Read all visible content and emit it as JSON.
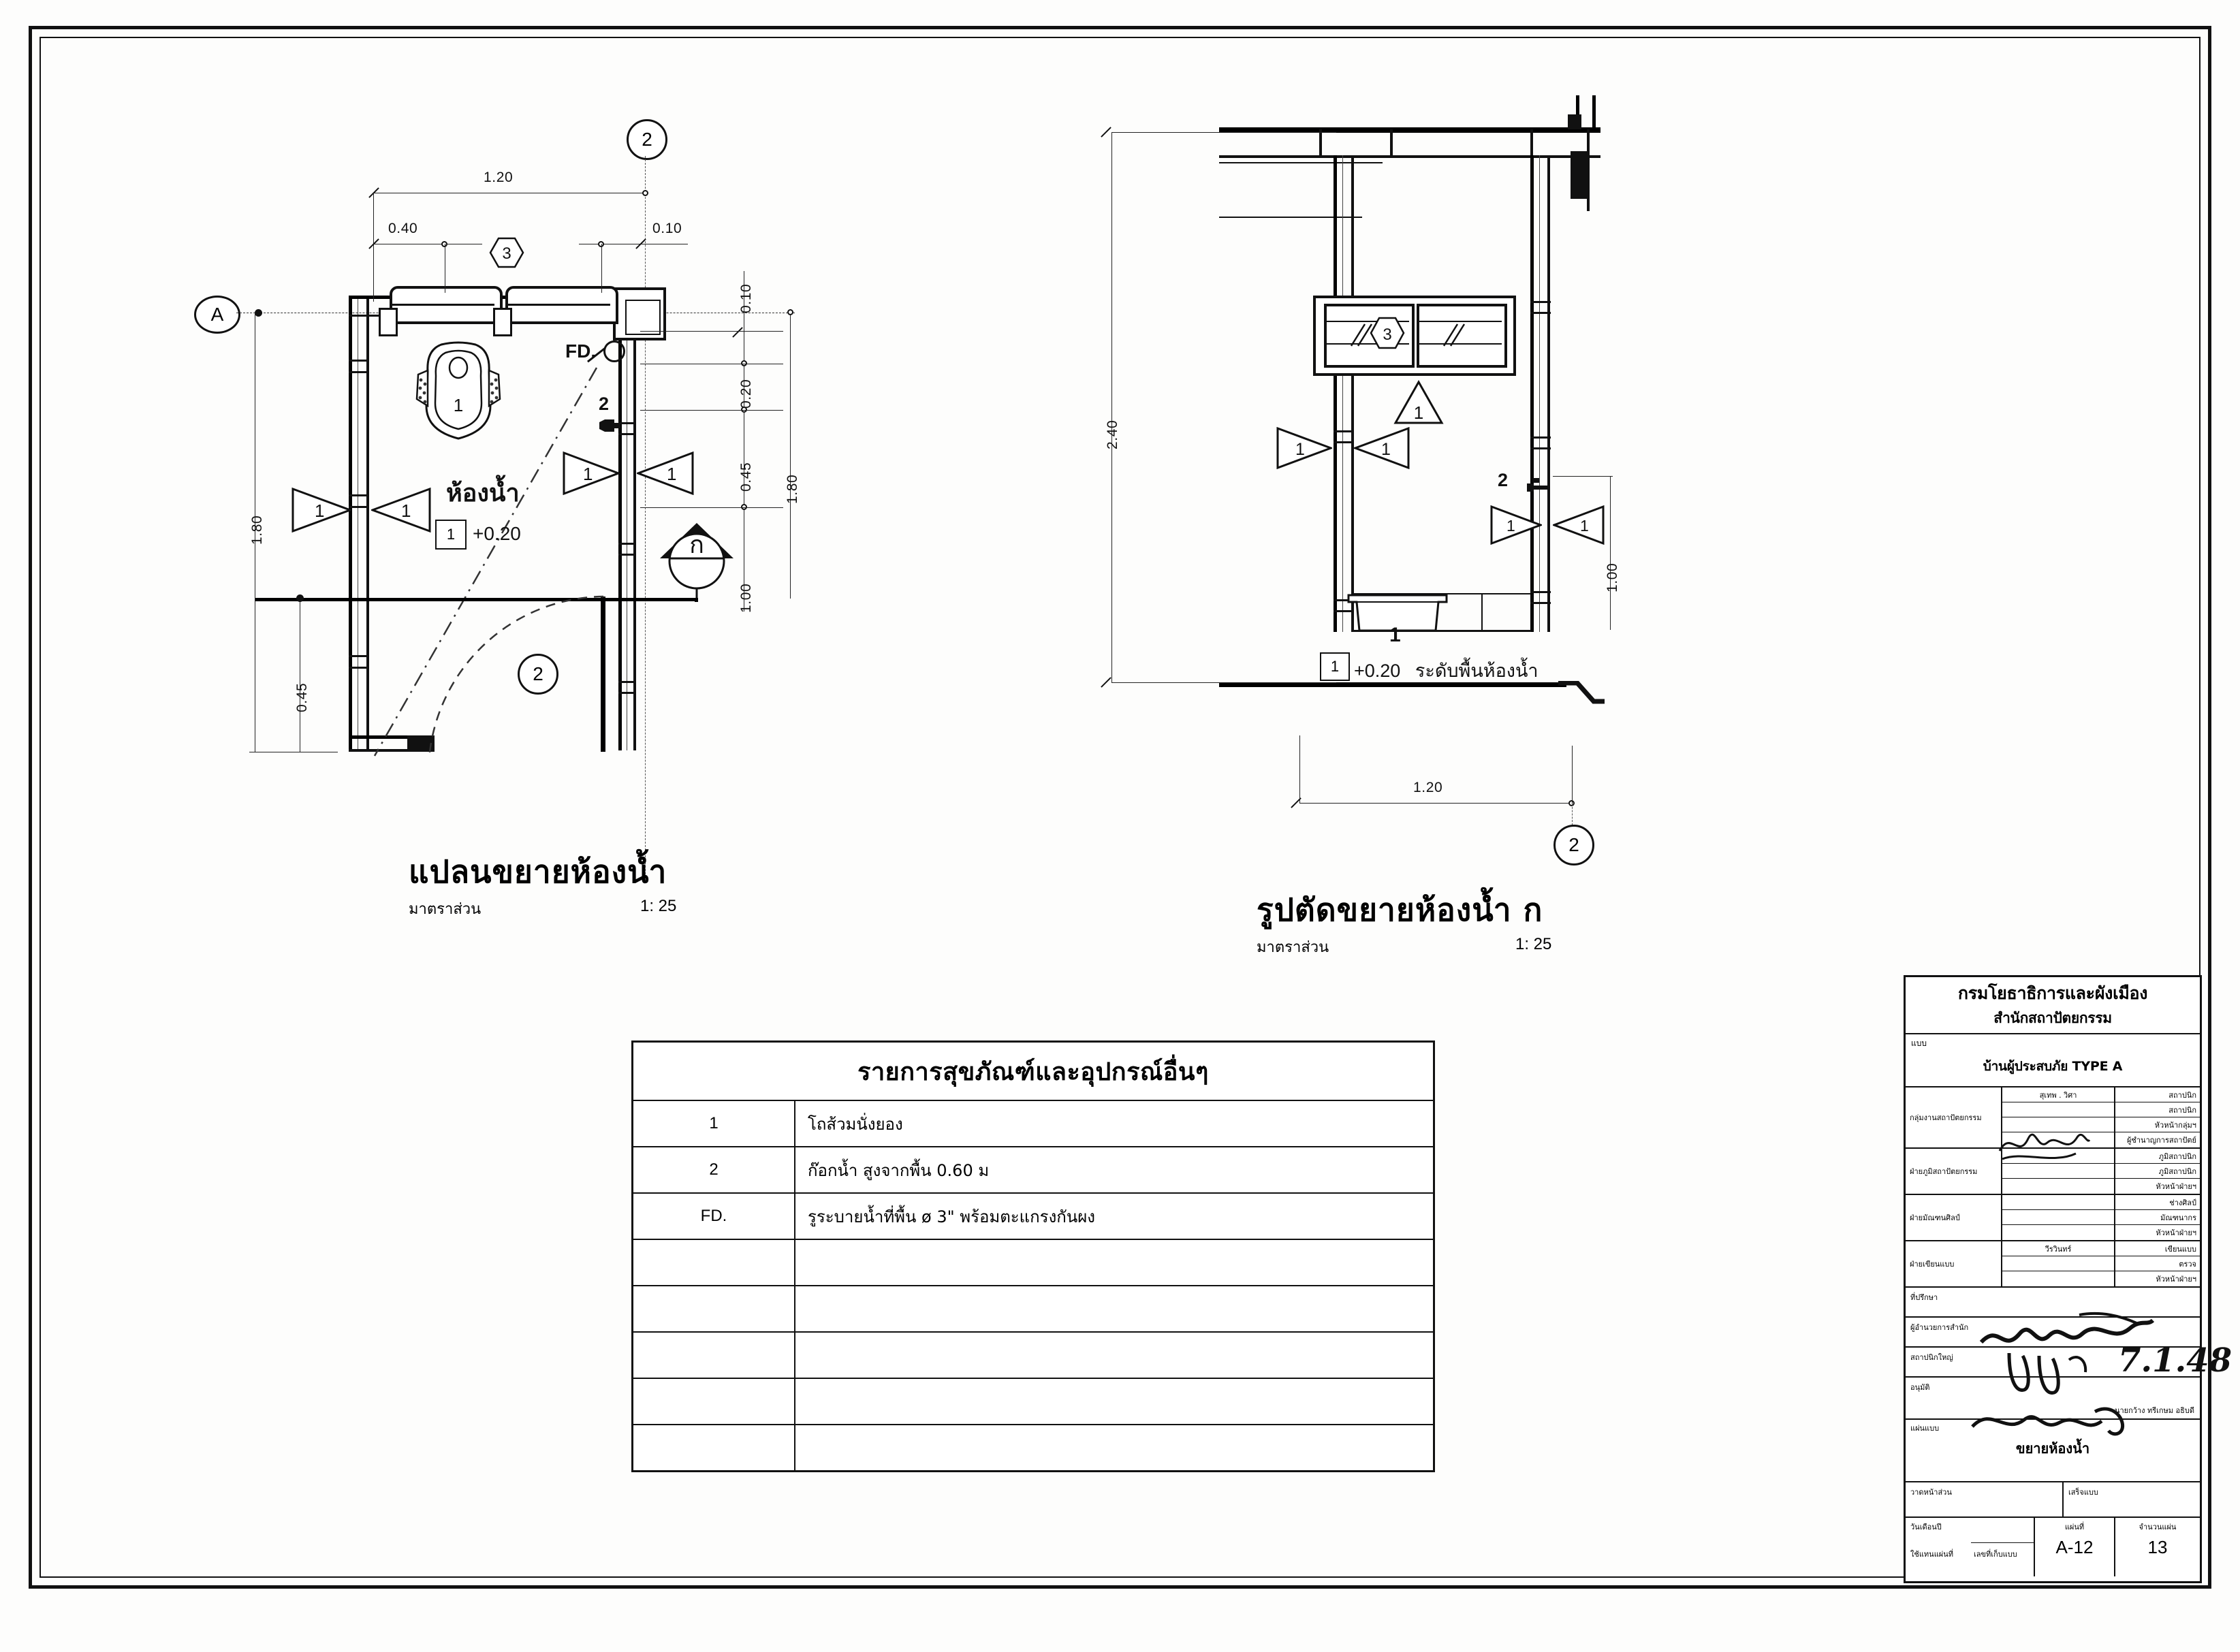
{
  "sheet": {
    "drawings": [
      {
        "id": "plan",
        "title": "แปลนขยายห้องน้ำ",
        "scale_label": "มาตราส่วน",
        "scale_value": "1: 25",
        "room_label": "ห้องน้ำ",
        "level_tag": "1",
        "level_value": "+0.20",
        "floor_drain_label": "FD.",
        "section_mark": "ก",
        "grid_bubbles": [
          {
            "name": "grid-bubble-2-top",
            "label": "2"
          },
          {
            "name": "grid-bubble-A-left",
            "label": "A"
          },
          {
            "name": "grid-bubble-2-bottom",
            "label": "2"
          }
        ],
        "window_tag": "3",
        "fixture_tags": [
          "1",
          "2"
        ],
        "dimensions": {
          "top_overall": "1.20",
          "top_left": "0.40",
          "top_right": "0.10",
          "right_a": "0.10",
          "right_b": "0.20",
          "right_c": "0.45",
          "right_overall": "1.80",
          "right_lower": "1.00",
          "left_overall": "1.80",
          "left_lower": "0.45"
        }
      },
      {
        "id": "section",
        "title": "รูปตัดขยายห้องน้ำ  ก",
        "scale_label": "มาตราส่วน",
        "scale_value": "1: 25",
        "floor_note_level": "+0.20",
        "floor_note_text": "ระดับพื้นห้องน้ำ",
        "window_tag": "3",
        "fixture_tags": [
          "1",
          "2"
        ],
        "ceiling_tag": "1",
        "grid_bubble": "2",
        "dimensions": {
          "height_overall": "2.40",
          "door_height": "1.00",
          "width": "1.20"
        }
      }
    ],
    "fixture_table": {
      "header": "รายการสุขภัณฑ์และอุปกรณ์อื่นๆ",
      "rows": [
        {
          "num": "1",
          "desc": "โถส้วมนั่งยอง"
        },
        {
          "num": "2",
          "desc": "ก๊อกน้ำ สูงจากพื้น 0.60  ม"
        },
        {
          "num": "FD.",
          "desc": "รูระบายน้ำที่พื้น ø 3\"  พร้อมตะแกรงกันผง"
        },
        {
          "num": "",
          "desc": ""
        },
        {
          "num": "",
          "desc": ""
        },
        {
          "num": "",
          "desc": ""
        },
        {
          "num": "",
          "desc": ""
        },
        {
          "num": "",
          "desc": ""
        }
      ]
    },
    "title_block": {
      "org_line1": "กรมโยธาธิการและผังเมือง",
      "org_line2": "สำนักสถาปัตยกรรม",
      "project_caption": "แบบ",
      "project_name": "บ้านผู้ประสบภัย TYPE A",
      "signature_groups": [
        {
          "caption": "กลุ่มงานสถาปัตยกรรม",
          "names": [
            "สุเทพ . วิศา",
            "",
            "",
            ""
          ],
          "roles": [
            "สถาปนิก",
            "สถาปนิก",
            "หัวหน้ากลุ่มฯ",
            "ผู้ชำนาญการสถาปัตย์"
          ]
        },
        {
          "caption": "ฝ่ายภูมิสถาปัตยกรรม",
          "names": [
            "",
            "",
            ""
          ],
          "roles": [
            "ภูมิสถาปนิก",
            "ภูมิสถาปนิก",
            "หัวหน้าฝ่ายฯ"
          ]
        },
        {
          "caption": "ฝ่ายมัณฑนศิลป์",
          "names": [
            "",
            "",
            ""
          ],
          "roles": [
            "ช่างศิลป์",
            "มัณฑนากร",
            "หัวหน้าฝ่ายฯ"
          ]
        },
        {
          "caption": "ฝ่ายเขียนแบบ",
          "names": [
            "วีรวินทร์",
            "",
            ""
          ],
          "roles": [
            "เขียนแบบ",
            "ตรวจ",
            "หัวหน้าฝ่ายฯ"
          ]
        }
      ],
      "rows": [
        {
          "caption": "ที่ปรึกษา",
          "value": ""
        },
        {
          "caption": "ผู้อำนวยการสำนัก",
          "value": ""
        },
        {
          "caption": "สถาปนิกใหญ่",
          "value": ""
        },
        {
          "caption": "อนุมัติ",
          "value": "นายกว้าง  ทรีเกษม  อธิบดี"
        }
      ],
      "sheet_name_caption": "แผ่นแบบ",
      "sheet_name": "ขยายห้องน้ำ",
      "revision_caption": "วาดหน้าส่วน",
      "date_caption": "เสร็จแบบ",
      "year_caption": "วันเดือนปี",
      "replace_caption": "ใช้แทนแผ่นที่",
      "filecode_caption": "เลขที่เก็บแบบ",
      "sheet_no_caption": "แผ่นที่",
      "sheet_no": "A-12",
      "total_caption": "จำนวนแผ่น",
      "total": "13",
      "ink_date": "7.1.48"
    }
  }
}
